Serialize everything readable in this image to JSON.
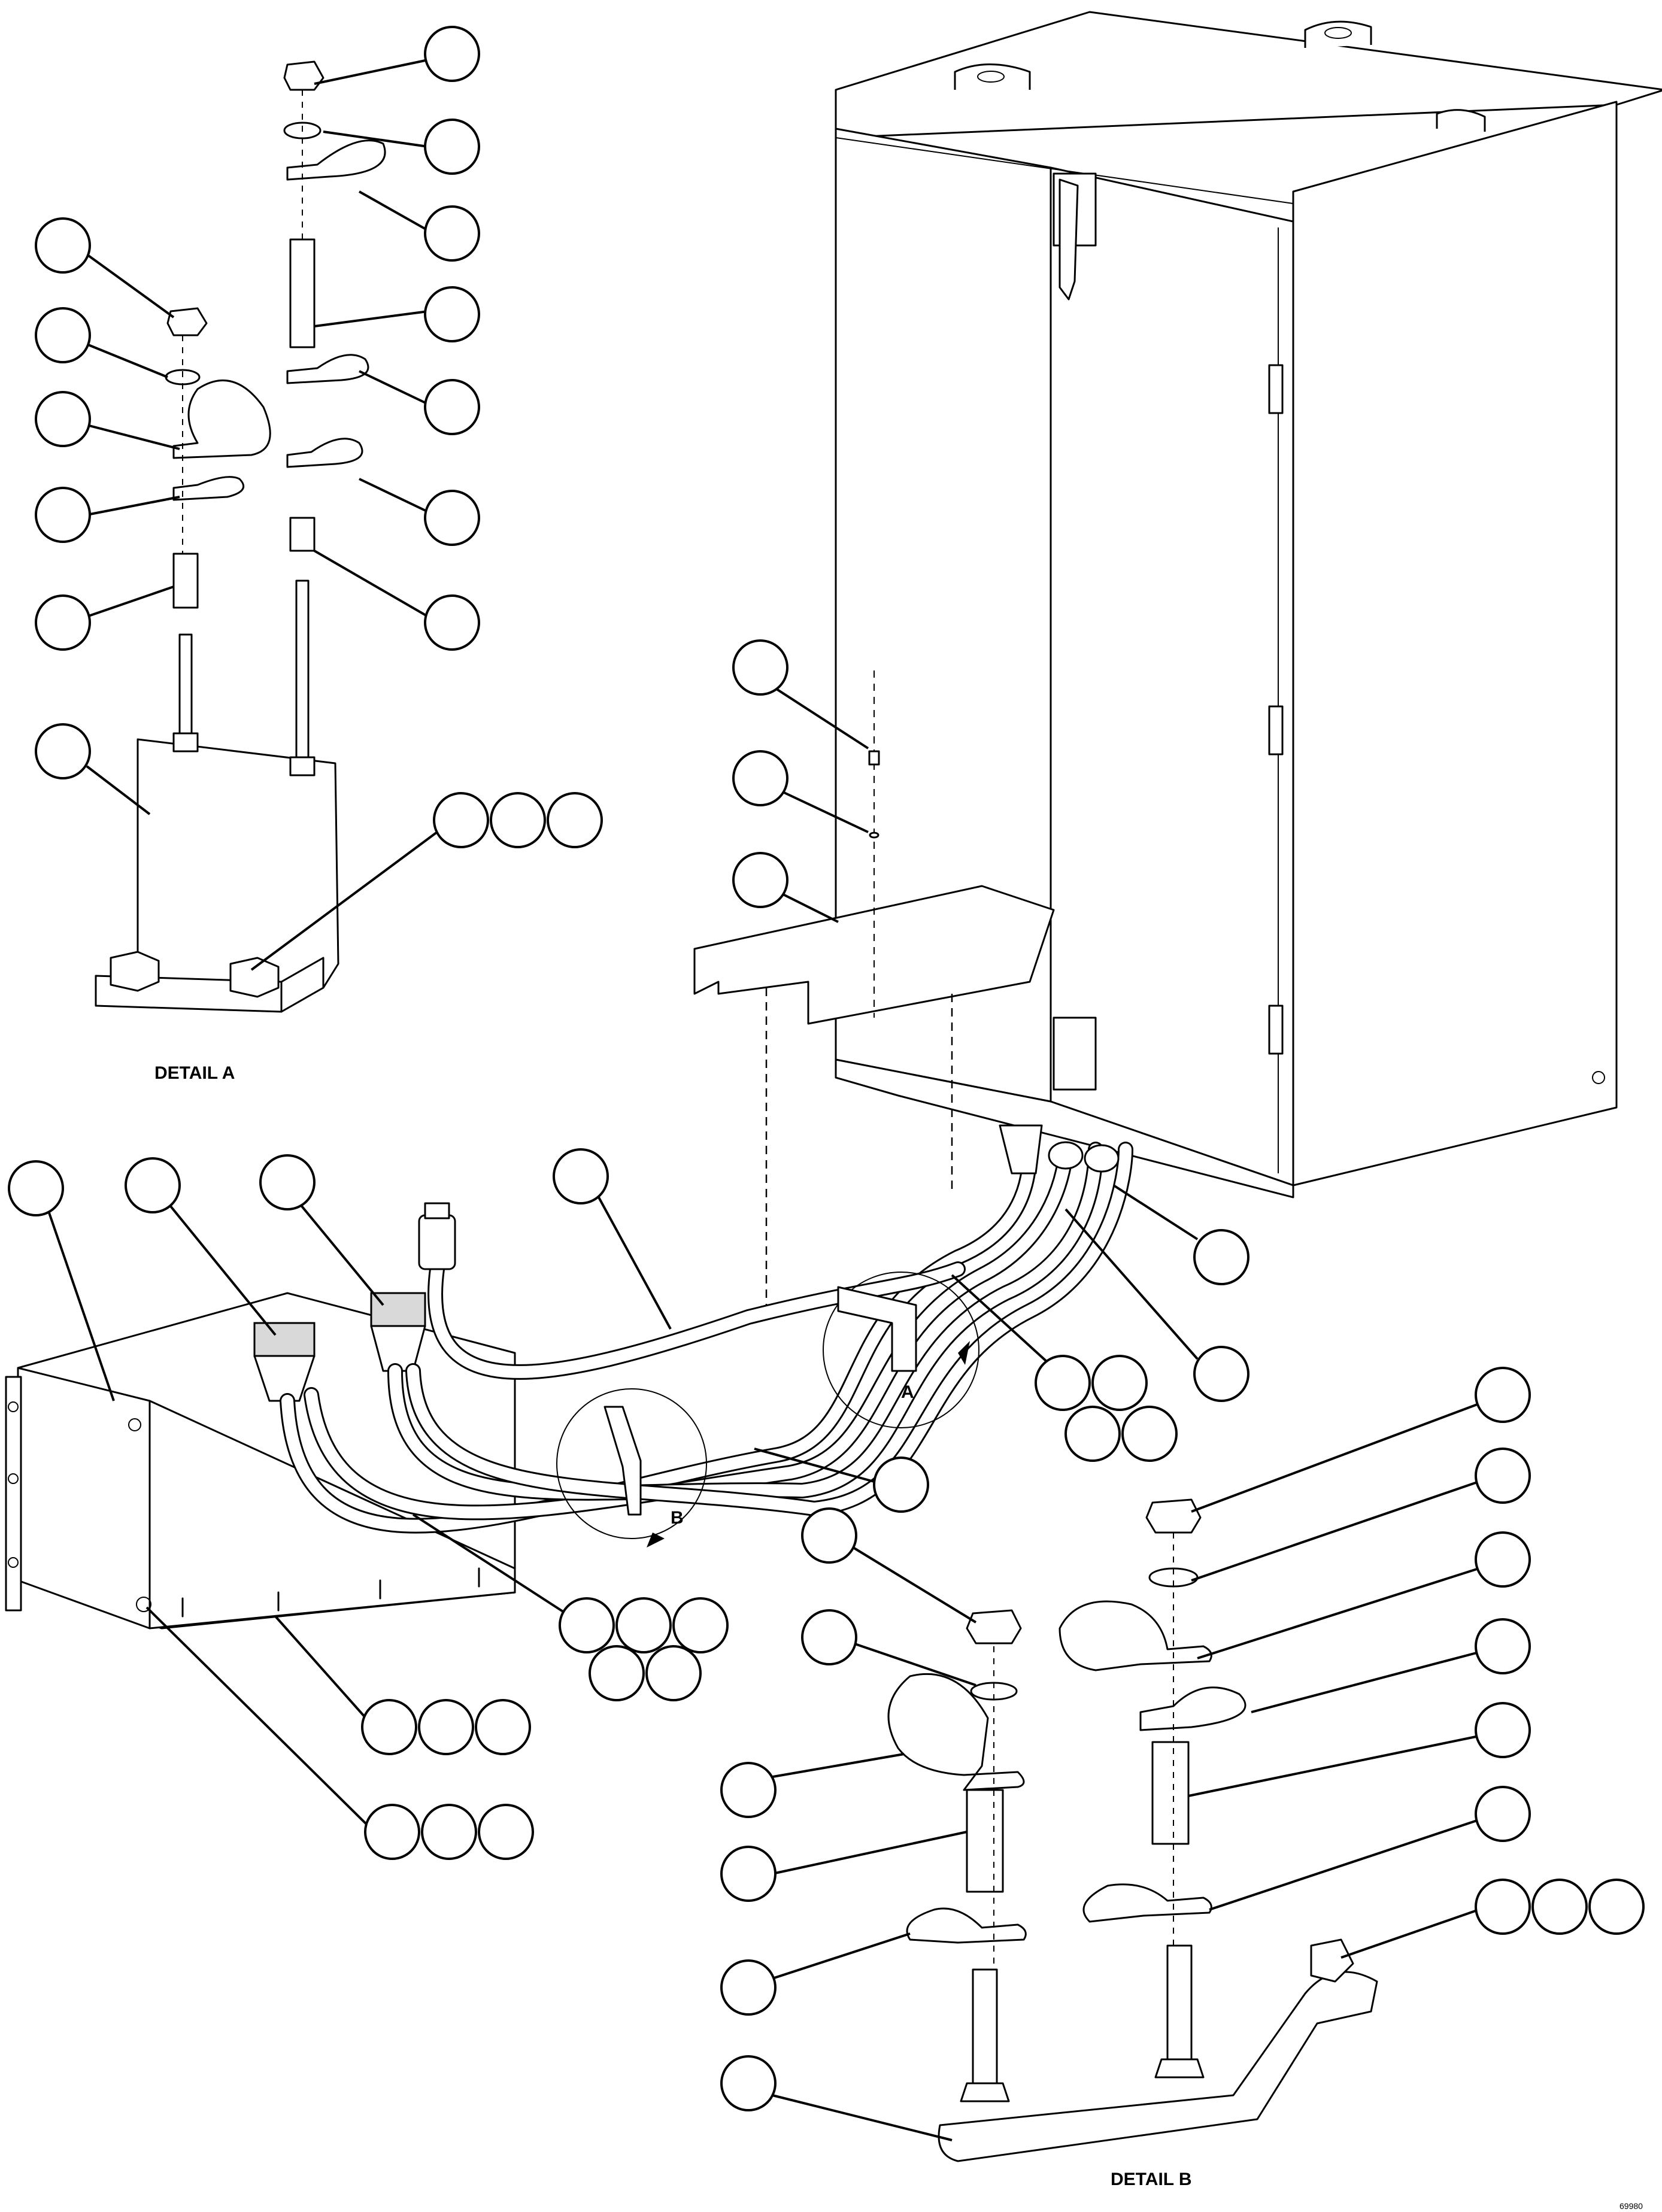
{
  "labels": {
    "detail_a": "DETAIL A",
    "detail_b": "DETAIL B",
    "view_a": "A",
    "view_b": "B",
    "drawing_number": "69980"
  }
}
